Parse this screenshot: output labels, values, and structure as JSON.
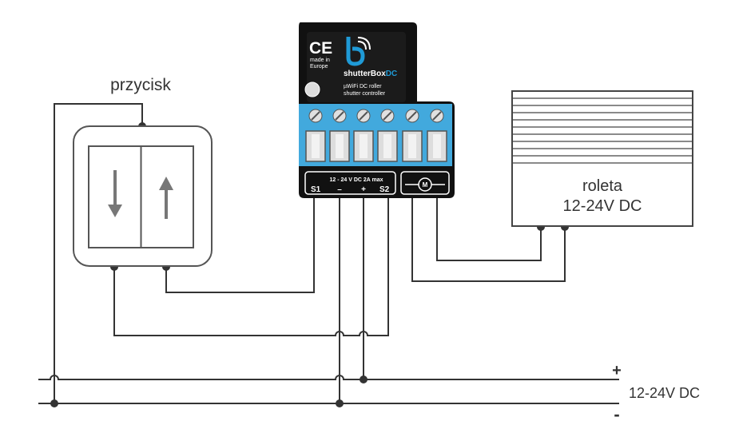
{
  "button_label": "przycisk",
  "device": {
    "ce": "CE",
    "made_in_line1": "made in",
    "made_in_line2": "Europe",
    "brand": "shutterBox",
    "brand_suffix": "DC",
    "desc_line1": "µWiFi DC roller",
    "desc_line2": "shutter controller",
    "terminal_left": "S1",
    "terminal_minus": "–",
    "terminal_plus": "+",
    "terminal_right": "S2",
    "terminal_spec": "12 - 24 V DC 2A max",
    "motor_symbol": "M"
  },
  "shutter": {
    "label": "roleta",
    "voltage": "12-24V DC"
  },
  "supply": {
    "plus": "+",
    "minus": "-",
    "voltage": "12-24V DC"
  },
  "colors": {
    "wire": "#333333",
    "device_body": "#111111",
    "terminal_block": "#42a9dd",
    "device_text": "#ffffff",
    "brand_blue": "#1f9ad6"
  }
}
